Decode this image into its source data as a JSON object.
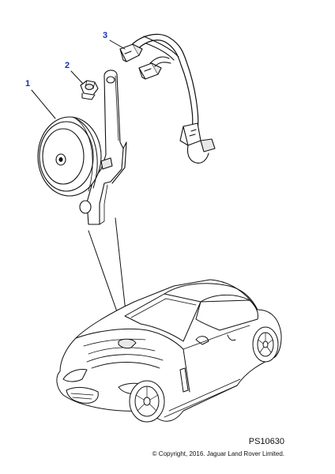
{
  "callouts": [
    {
      "label": "1",
      "part": "horn"
    },
    {
      "label": "2",
      "part": "nut"
    },
    {
      "label": "3",
      "part": "wiring-harness"
    }
  ],
  "reference_code": "PS10630",
  "copyright": "© Copyright, 2016. Jaguar Land Rover Limited.",
  "colors": {
    "callout": "#1a2fb0",
    "line": "#111111",
    "fill": "#ffffff",
    "shade": "#e8e8e8"
  }
}
